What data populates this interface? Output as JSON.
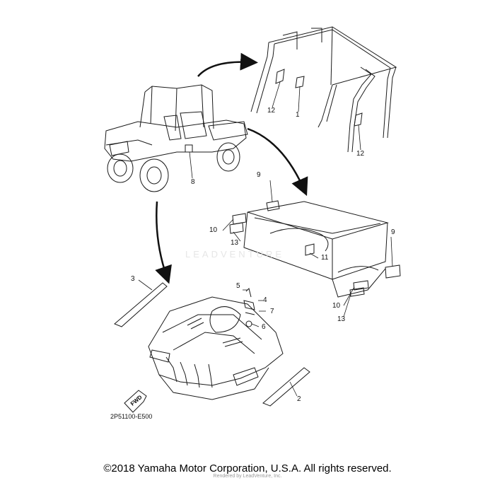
{
  "callouts": [
    {
      "id": "c12a",
      "text": "12"
    },
    {
      "id": "c1",
      "text": "1"
    },
    {
      "id": "c12b",
      "text": "12"
    },
    {
      "id": "c8",
      "text": "8"
    },
    {
      "id": "c9a",
      "text": "9"
    },
    {
      "id": "c10a",
      "text": "10"
    },
    {
      "id": "c13a",
      "text": "13"
    },
    {
      "id": "c11",
      "text": "11"
    },
    {
      "id": "c9b",
      "text": "9"
    },
    {
      "id": "c10b",
      "text": "10"
    },
    {
      "id": "c13b",
      "text": "13"
    },
    {
      "id": "c3",
      "text": "3"
    },
    {
      "id": "c5",
      "text": "5"
    },
    {
      "id": "c4",
      "text": "4"
    },
    {
      "id": "c7",
      "text": "7"
    },
    {
      "id": "c6",
      "text": "6"
    },
    {
      "id": "c2",
      "text": "2"
    }
  ],
  "fwd_label": "FWD",
  "diagram_code": "2P51100-E500",
  "watermark": "LEADVENTURE",
  "subnote": "Rendered by LeadVenture, Inc.",
  "copyright": "©2018 Yamaha Motor Corporation, U.S.A. All rights reserved.",
  "colors": {
    "line": "#1a1a1a",
    "background": "#ffffff",
    "watermark": "#e6e6e6"
  }
}
